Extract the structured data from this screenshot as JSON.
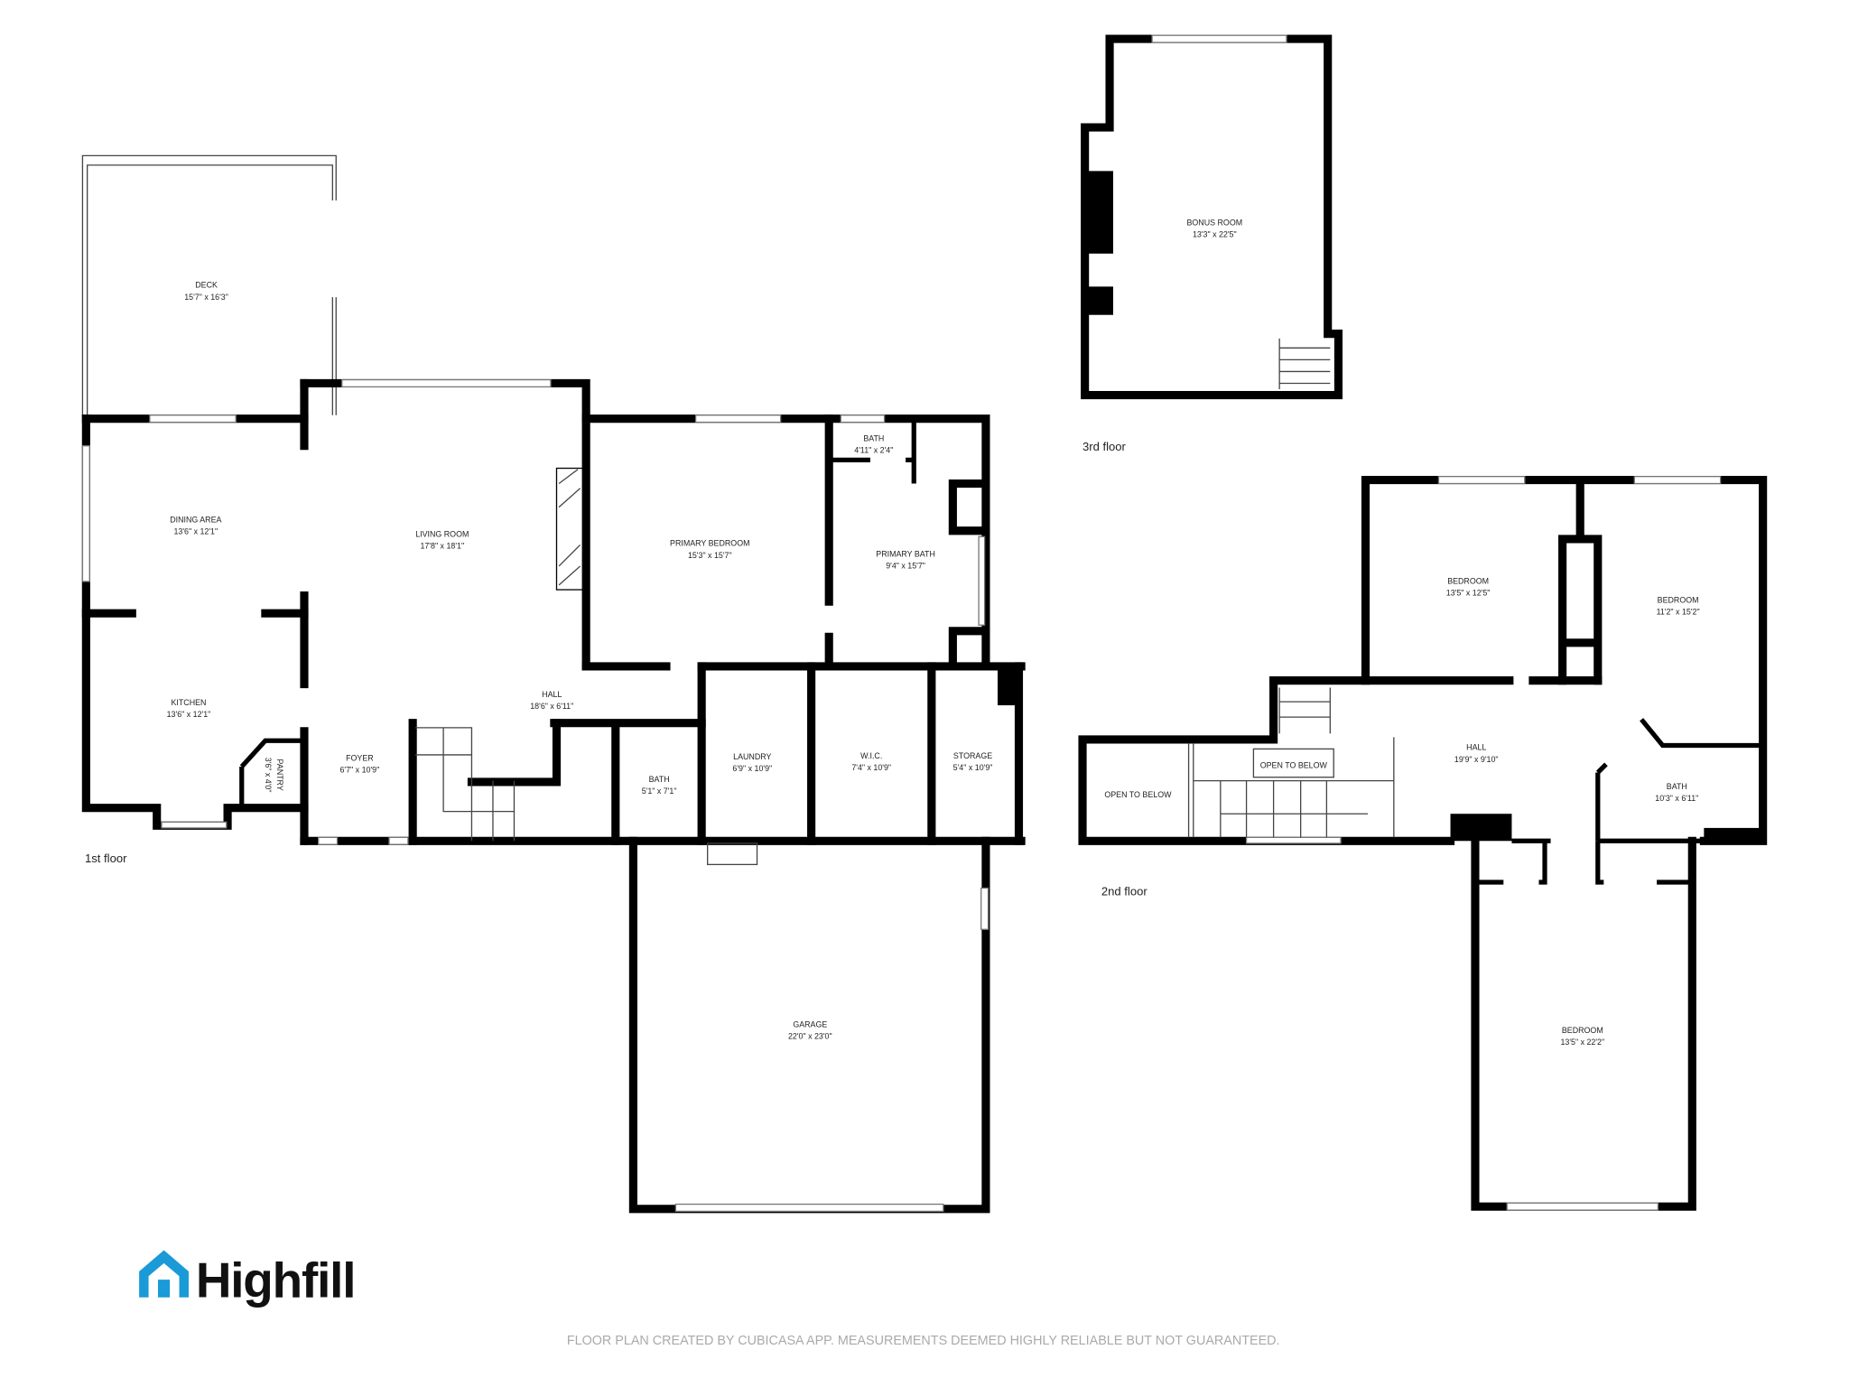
{
  "brand": {
    "name": "Highfill",
    "color": "#1a9ad6"
  },
  "footer": "FLOOR PLAN CREATED BY CUBICASA APP. MEASUREMENTS DEEMED HIGHLY RELIABLE BUT NOT GUARANTEED.",
  "floors": {
    "first": {
      "label": "1st floor",
      "rooms": [
        {
          "name": "DECK",
          "size": "15'7\" x 16'3\""
        },
        {
          "name": "DINING AREA",
          "size": "13'6\" x 12'1\""
        },
        {
          "name": "LIVING ROOM",
          "size": "17'8\" x 18'1\""
        },
        {
          "name": "PRIMARY BEDROOM",
          "size": "15'3\" x 15'7\""
        },
        {
          "name": "BATH",
          "size": "4'11\" x 2'4\""
        },
        {
          "name": "PRIMARY BATH",
          "size": "9'4\" x 15'7\""
        },
        {
          "name": "HALL",
          "size": "18'6\" x 6'11\""
        },
        {
          "name": "KITCHEN",
          "size": "13'6\" x 12'1\""
        },
        {
          "name": "PANTRY",
          "size": "3'6\" x 4'0\""
        },
        {
          "name": "FOYER",
          "size": "6'7\" x 10'9\""
        },
        {
          "name": "BATH",
          "size": "5'1\" x 7'1\""
        },
        {
          "name": "LAUNDRY",
          "size": "6'9\" x 10'9\""
        },
        {
          "name": "W.I.C.",
          "size": "7'4\" x 10'9\""
        },
        {
          "name": "STORAGE",
          "size": "5'4\" x 10'9\""
        },
        {
          "name": "GARAGE",
          "size": "22'0\" x 23'0\""
        }
      ]
    },
    "second": {
      "label": "2nd floor",
      "rooms": [
        {
          "name": "BEDROOM",
          "size": "13'5\" x 12'5\""
        },
        {
          "name": "BEDROOM",
          "size": "11'2\" x 15'2\""
        },
        {
          "name": "HALL",
          "size": "19'9\" x 9'10\""
        },
        {
          "name": "BATH",
          "size": "10'3\" x 6'11\""
        },
        {
          "name": "BEDROOM",
          "size": "13'5\" x 22'2\""
        }
      ],
      "open_to_below": [
        "OPEN TO BELOW",
        "OPEN TO BELOW"
      ]
    },
    "third": {
      "label": "3rd floor",
      "rooms": [
        {
          "name": "BONUS ROOM",
          "size": "13'3\" x 22'5\""
        }
      ]
    }
  }
}
